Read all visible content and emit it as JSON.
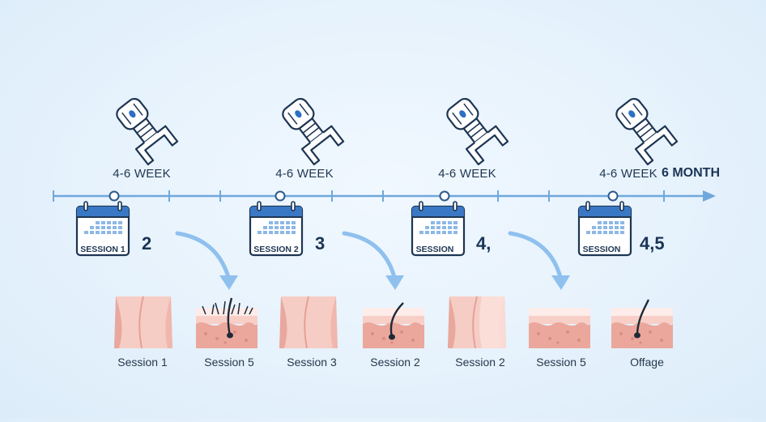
{
  "timeline": {
    "week_labels": [
      "4-6 WEEK",
      "4-6 WEEK",
      "4-6 WEEK",
      "4-6 WEEK"
    ],
    "end_label": "6 MONTH"
  },
  "calendars": [
    {
      "label": "SESSION 1",
      "count": "2"
    },
    {
      "label": "SESSION 2",
      "count": "3"
    },
    {
      "label": "SESSION",
      "count": "4,"
    },
    {
      "label": "SESSION",
      "count": "4,5"
    }
  ],
  "captions": [
    "Session 1",
    "Session 5",
    "Session 3",
    "Session 2",
    "Session 2",
    "Session 5",
    "Offage"
  ],
  "icons": {
    "device": "laser-handpiece-icon",
    "calendar": "calendar-icon",
    "arrow": "curved-arrow-icon",
    "skin_plain": "skin-surface-icon",
    "skin_follicle": "skin-follicle-icon"
  },
  "colors": {
    "line": "#6fa8dc",
    "arrow": "#8fc0ee",
    "text": "#1f3650",
    "skin": "#f0b8b0"
  }
}
